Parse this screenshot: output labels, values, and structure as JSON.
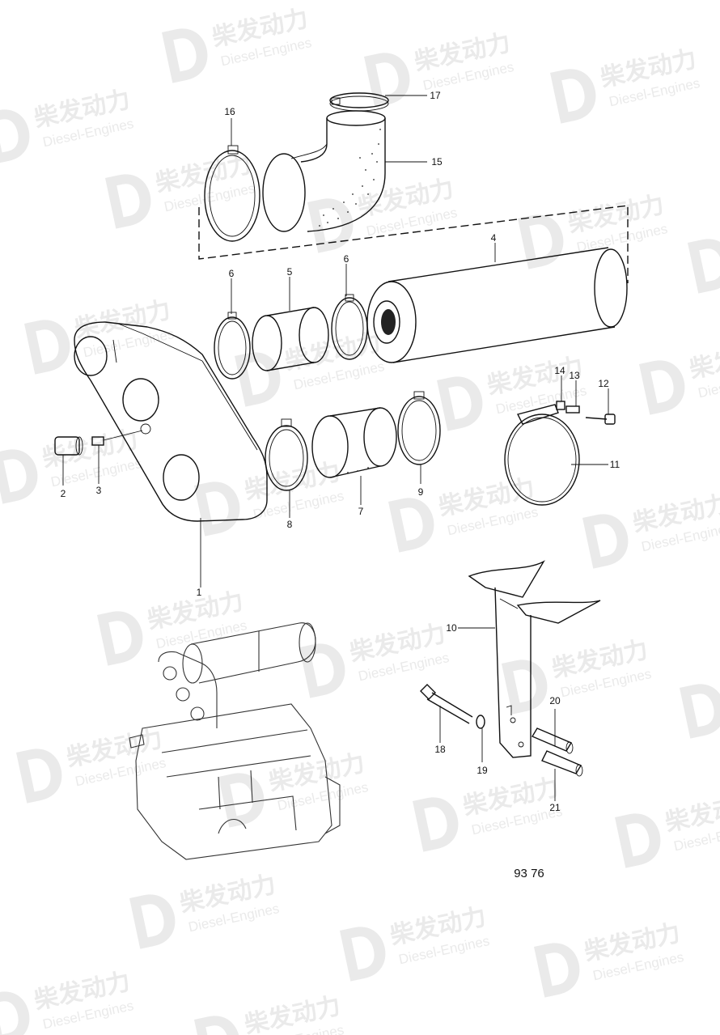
{
  "diagram": {
    "figure_number": "93 76",
    "callouts": [
      {
        "id": "c1",
        "label": "1"
      },
      {
        "id": "c2",
        "label": "2"
      },
      {
        "id": "c3",
        "label": "3"
      },
      {
        "id": "c4",
        "label": "4"
      },
      {
        "id": "c5",
        "label": "5"
      },
      {
        "id": "c6a",
        "label": "6"
      },
      {
        "id": "c6b",
        "label": "6"
      },
      {
        "id": "c7",
        "label": "7"
      },
      {
        "id": "c8",
        "label": "8"
      },
      {
        "id": "c9",
        "label": "9"
      },
      {
        "id": "c10",
        "label": "10"
      },
      {
        "id": "c11",
        "label": "11"
      },
      {
        "id": "c12",
        "label": "12"
      },
      {
        "id": "c13",
        "label": "13"
      },
      {
        "id": "c14",
        "label": "14"
      },
      {
        "id": "c15",
        "label": "15"
      },
      {
        "id": "c16",
        "label": "16"
      },
      {
        "id": "c17",
        "label": "17"
      },
      {
        "id": "c18",
        "label": "18"
      },
      {
        "id": "c19",
        "label": "19"
      },
      {
        "id": "c20",
        "label": "20"
      },
      {
        "id": "c21",
        "label": "21"
      }
    ]
  },
  "watermark": {
    "brand": "柴发动力",
    "tagline": "Diesel-Engines",
    "color": "#d9d9d9"
  }
}
